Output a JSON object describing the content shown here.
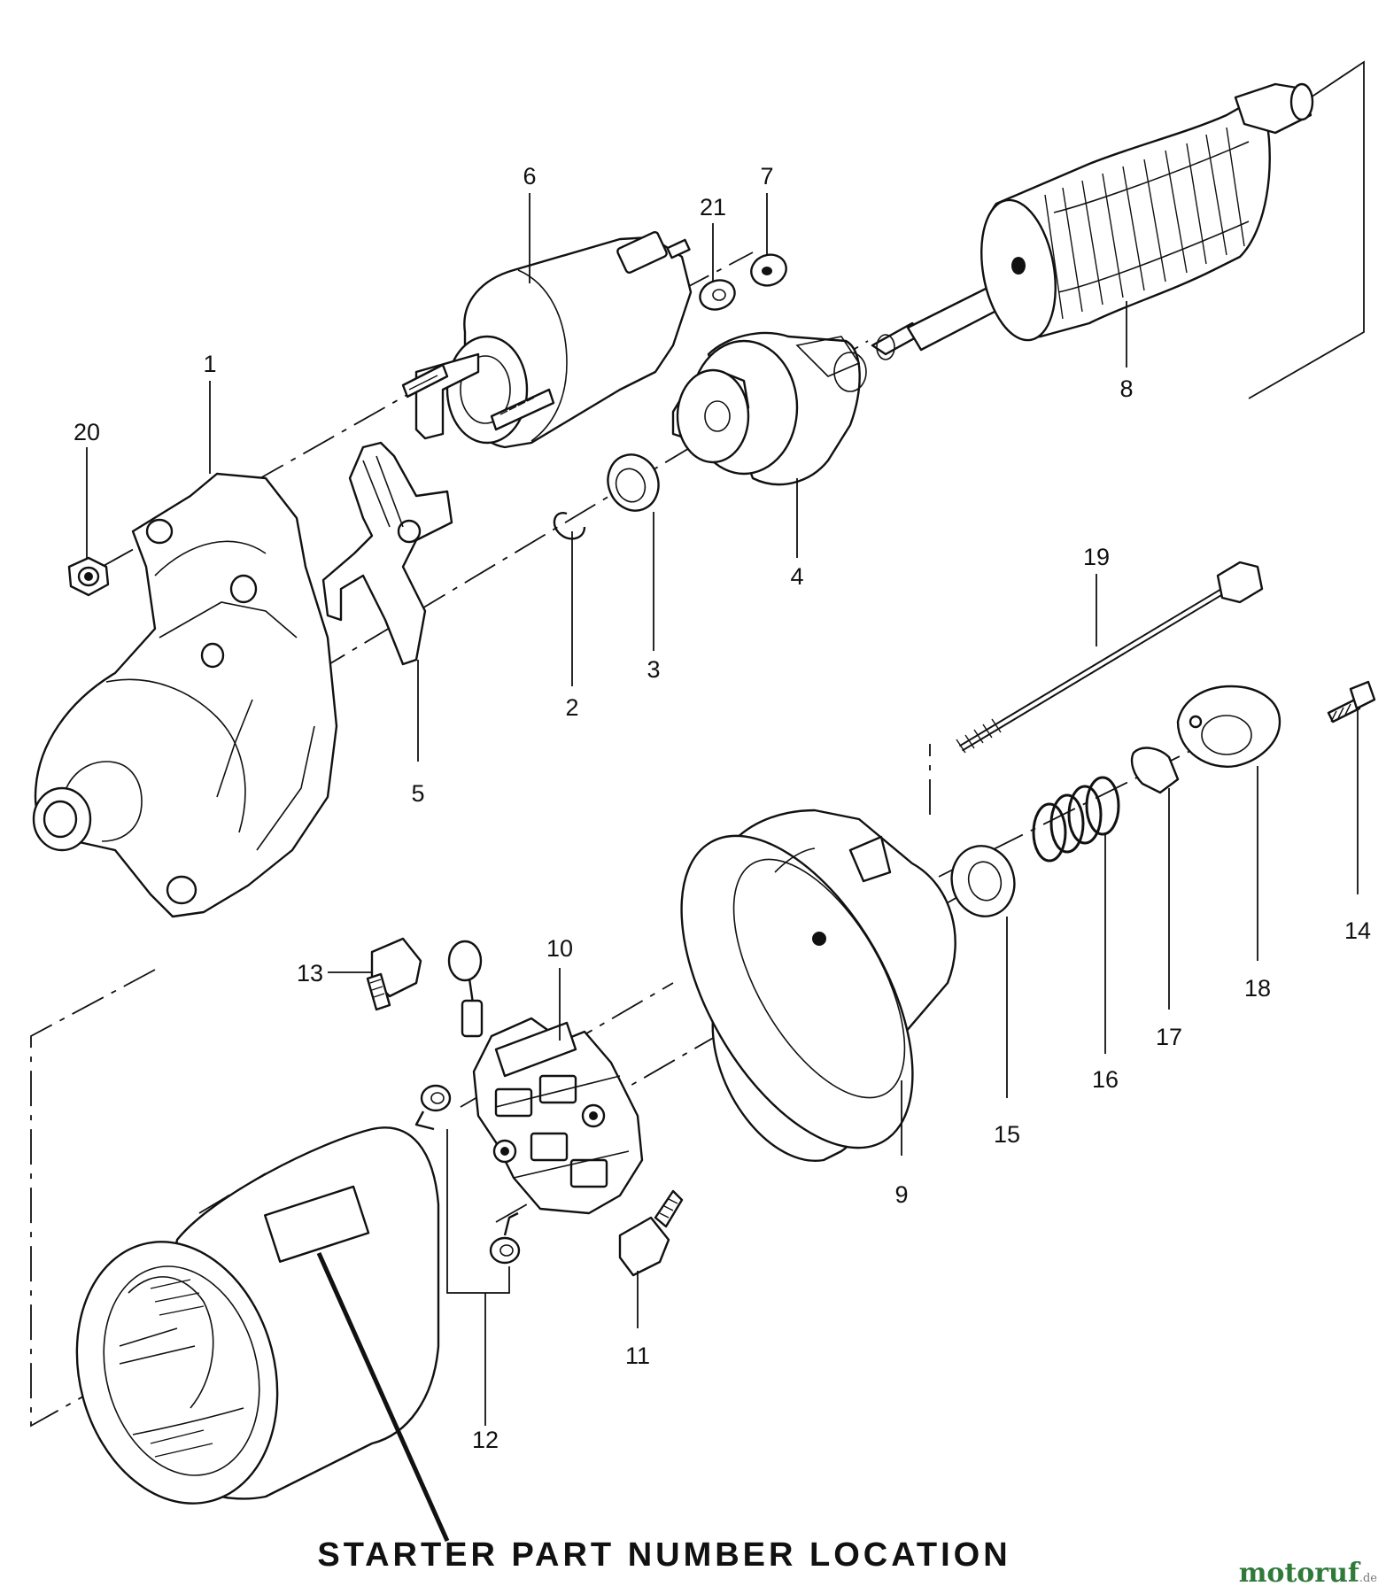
{
  "callouts": {
    "c1": "1",
    "c2": "2",
    "c3": "3",
    "c4": "4",
    "c5": "5",
    "c6": "6",
    "c7": "7",
    "c8": "8",
    "c9": "9",
    "c10": "10",
    "c11": "11",
    "c12": "12",
    "c13": "13",
    "c14": "14",
    "c15": "15",
    "c16": "16",
    "c17": "17",
    "c18": "18",
    "c19": "19",
    "c20": "20",
    "c21": "21"
  },
  "caption": "STARTER PART NUMBER LOCATION",
  "watermark": {
    "name": "motoruf",
    "tld": ".de"
  }
}
